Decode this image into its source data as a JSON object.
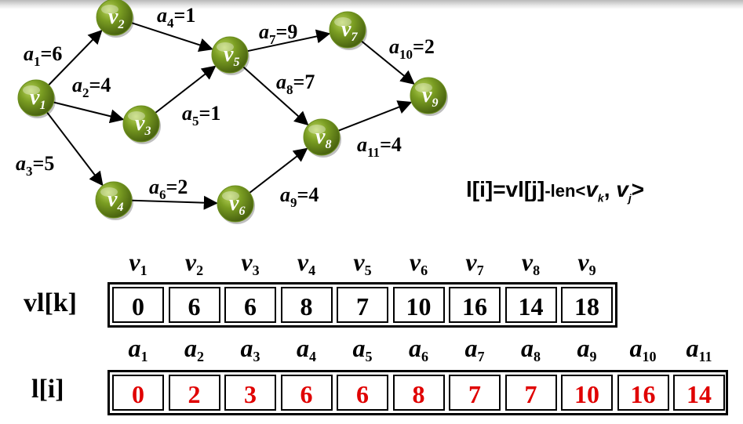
{
  "graph": {
    "nodes": [
      {
        "id": "v1",
        "letter": "v",
        "sub": "1"
      },
      {
        "id": "v2",
        "letter": "v",
        "sub": "2"
      },
      {
        "id": "v3",
        "letter": "v",
        "sub": "3"
      },
      {
        "id": "v4",
        "letter": "v",
        "sub": "4"
      },
      {
        "id": "v5",
        "letter": "v",
        "sub": "5"
      },
      {
        "id": "v6",
        "letter": "v",
        "sub": "6"
      },
      {
        "id": "v7",
        "letter": "v",
        "sub": "7"
      },
      {
        "id": "v8",
        "letter": "v",
        "sub": "8"
      },
      {
        "id": "v9",
        "letter": "v",
        "sub": "9"
      }
    ],
    "edges": [
      {
        "from": "v1",
        "to": "v2",
        "name": "a",
        "sub": "1",
        "weight": "=6"
      },
      {
        "from": "v1",
        "to": "v3",
        "name": "a",
        "sub": "2",
        "weight": "=4"
      },
      {
        "from": "v1",
        "to": "v4",
        "name": "a",
        "sub": "3",
        "weight": "=5"
      },
      {
        "from": "v2",
        "to": "v5",
        "name": "a",
        "sub": "4",
        "weight": "=1"
      },
      {
        "from": "v3",
        "to": "v5",
        "name": "a",
        "sub": "5",
        "weight": "=1"
      },
      {
        "from": "v4",
        "to": "v6",
        "name": "a",
        "sub": "6",
        "weight": "=2"
      },
      {
        "from": "v5",
        "to": "v7",
        "name": "a",
        "sub": "7",
        "weight": "=9"
      },
      {
        "from": "v5",
        "to": "v8",
        "name": "a",
        "sub": "8",
        "weight": "=7"
      },
      {
        "from": "v6",
        "to": "v8",
        "name": "a",
        "sub": "9",
        "weight": "=4"
      },
      {
        "from": "v7",
        "to": "v9",
        "name": "a",
        "sub": "10",
        "weight": "=2"
      },
      {
        "from": "v8",
        "to": "v9",
        "name": "a",
        "sub": "11",
        "weight": "=4"
      }
    ],
    "node_color": "#6b8e1e"
  },
  "formula": {
    "lhs": "l[i]=vl[j]",
    "mid": "-len<",
    "vk": "v",
    "vk_sub": "k",
    "comma": ", ",
    "vj": "v",
    "vj_sub": "j",
    "close": ">"
  },
  "vl_table": {
    "label": "vl[k]",
    "headers": [
      {
        "letter": "v",
        "sub": "1"
      },
      {
        "letter": "v",
        "sub": "2"
      },
      {
        "letter": "v",
        "sub": "3"
      },
      {
        "letter": "v",
        "sub": "4"
      },
      {
        "letter": "v",
        "sub": "5"
      },
      {
        "letter": "v",
        "sub": "6"
      },
      {
        "letter": "v",
        "sub": "7"
      },
      {
        "letter": "v",
        "sub": "8"
      },
      {
        "letter": "v",
        "sub": "9"
      }
    ],
    "values": [
      "0",
      "6",
      "6",
      "8",
      "7",
      "10",
      "16",
      "14",
      "18"
    ]
  },
  "l_table": {
    "label": "l[i]",
    "headers": [
      {
        "letter": "a",
        "sub": "1"
      },
      {
        "letter": "a",
        "sub": "2"
      },
      {
        "letter": "a",
        "sub": "3"
      },
      {
        "letter": "a",
        "sub": "4"
      },
      {
        "letter": "a",
        "sub": "5"
      },
      {
        "letter": "a",
        "sub": "6"
      },
      {
        "letter": "a",
        "sub": "7"
      },
      {
        "letter": "a",
        "sub": "8"
      },
      {
        "letter": "a",
        "sub": "9"
      },
      {
        "letter": "a",
        "sub": "10"
      },
      {
        "letter": "a",
        "sub": "11"
      }
    ],
    "values": [
      "0",
      "2",
      "3",
      "6",
      "6",
      "8",
      "7",
      "7",
      "10",
      "16",
      "14"
    ],
    "value_color": "#e00000"
  }
}
